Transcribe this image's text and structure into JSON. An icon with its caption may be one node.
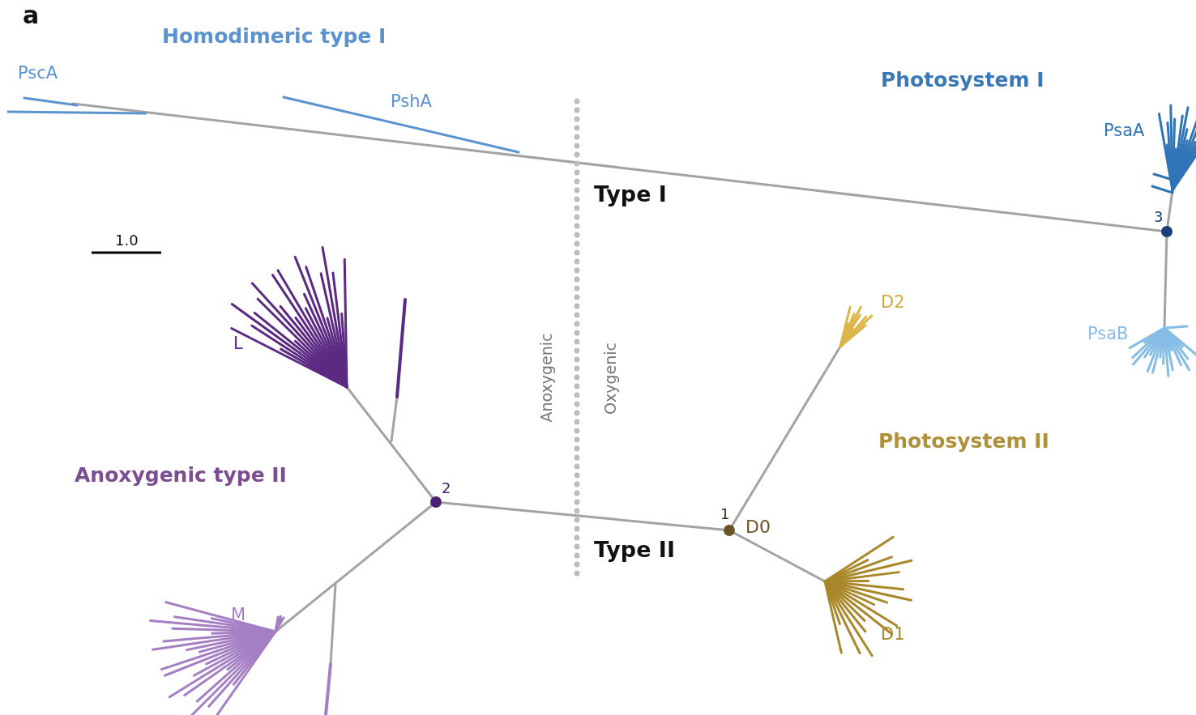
{
  "diagram": {
    "nodes": [
      {
        "text": [],
        "shape": "circle",
        "beside": [
          "3"
        ]
      },
      {
        "text": [],
        "shape": "circle",
        "beside": [
          "2"
        ]
      },
      {
        "text": [],
        "shape": "circle",
        "beside": [
          "1",
          "D0"
        ]
      }
    ],
    "edges": [
      {
        "from": 1,
        "to": 2,
        "arrow": "none"
      }
    ],
    "labels": [
      "a",
      "Homodimeric type I",
      "PscA",
      "PshA",
      "Photosystem I",
      "PsaA",
      "Type I",
      "1.0",
      "D2",
      "PsaB",
      "L",
      "Anoxygenic",
      "Oxygenic",
      "Photosystem II",
      "Anoxygenic type II",
      "Type II",
      "M",
      "D1"
    ]
  }
}
